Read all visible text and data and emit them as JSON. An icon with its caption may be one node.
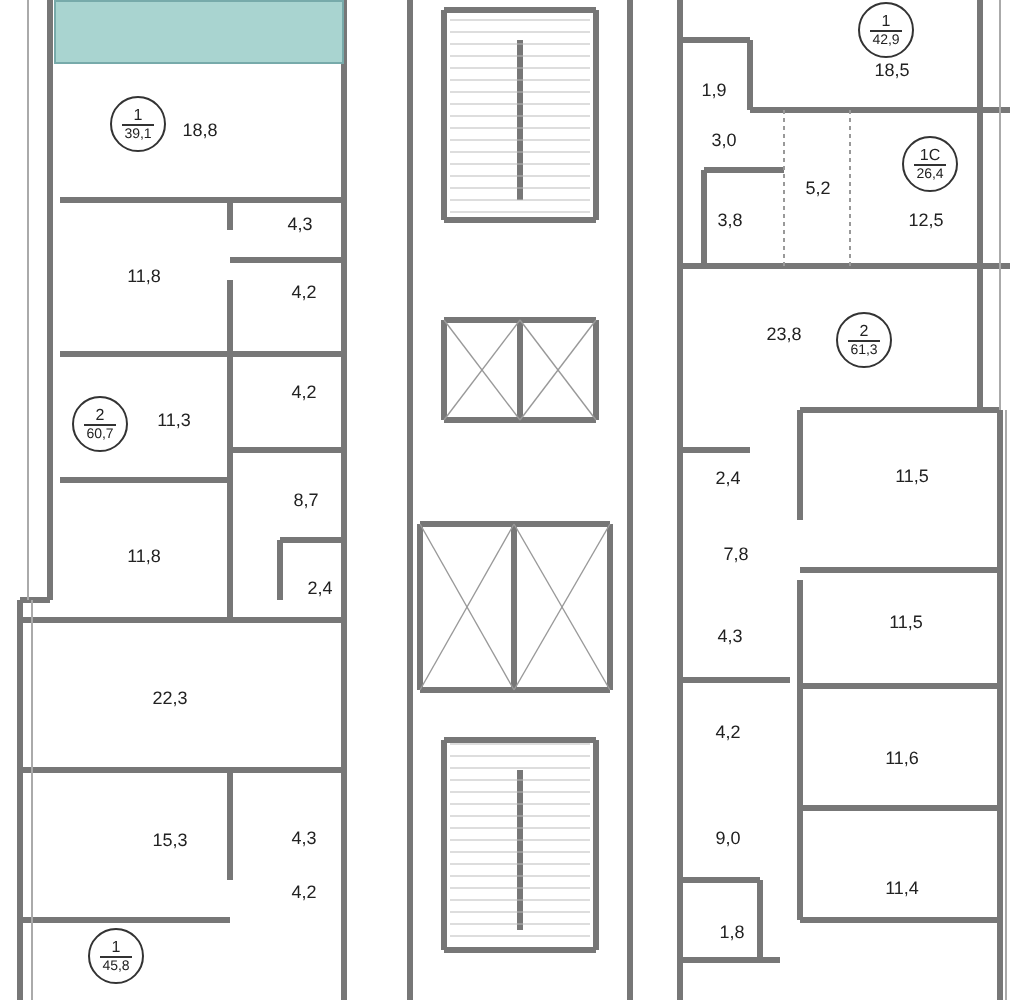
{
  "diagram": {
    "nodes": [
      {
        "text": [],
        "shape": "box"
      },
      {
        "text": [
          "1",
          "39,1"
        ]
      },
      {
        "text": [
          "2",
          "60,7"
        ]
      },
      {
        "text": [
          "1",
          "45,8"
        ]
      },
      {
        "text": [
          "1",
          "42,9"
        ]
      },
      {
        "text": [
          "1С",
          "26,4"
        ]
      },
      {
        "text": [
          "2",
          "61,3"
        ]
      }
    ],
    "labels": [
      "18,8",
      "4,3",
      "11,8",
      "4,2",
      "4,2",
      "11,3",
      "8,7",
      "11,8",
      "2,4",
      "22,3",
      "15,3",
      "4,3",
      "4,2",
      "18,5",
      "1,9",
      "3,0",
      "5,2",
      "3,8",
      "12,5",
      "23,8",
      "2,4",
      "11,5",
      "7,8",
      "11,5",
      "4,3",
      "4,2",
      "11,6",
      "9,0",
      "11,4",
      "1,8"
    ]
  }
}
